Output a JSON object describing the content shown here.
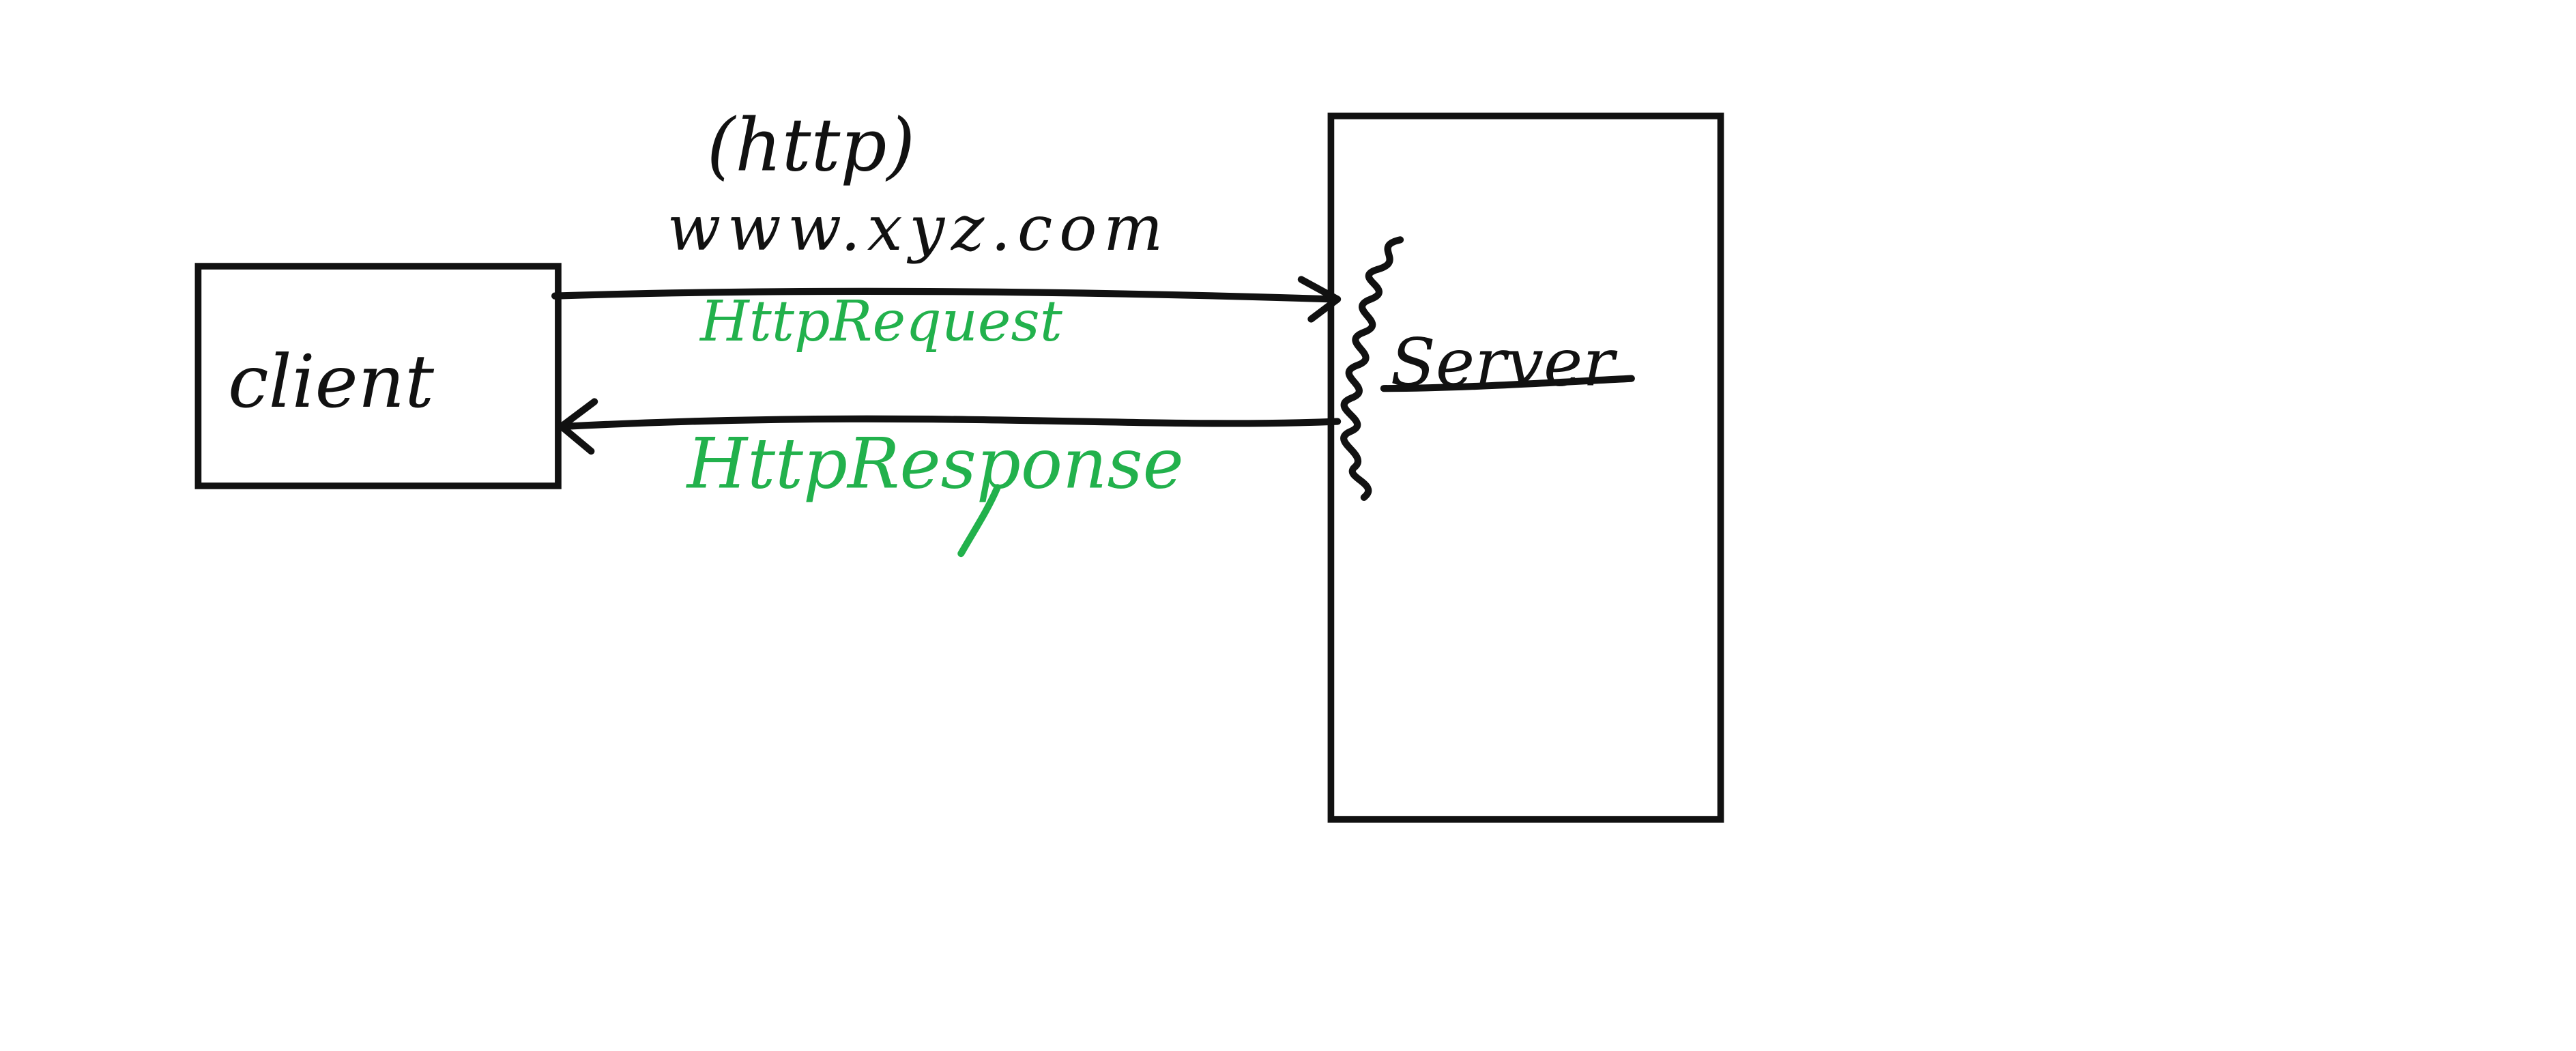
{
  "colors": {
    "ink": "#111111",
    "green": "#22b14c",
    "background": "#ffffff"
  },
  "client": {
    "label": "client"
  },
  "server": {
    "label": "Server"
  },
  "protocol": {
    "label": "(http)"
  },
  "url": {
    "label": "www.xyz.com"
  },
  "request": {
    "label": "HttpRequest"
  },
  "response": {
    "label": "HttpResponse"
  }
}
